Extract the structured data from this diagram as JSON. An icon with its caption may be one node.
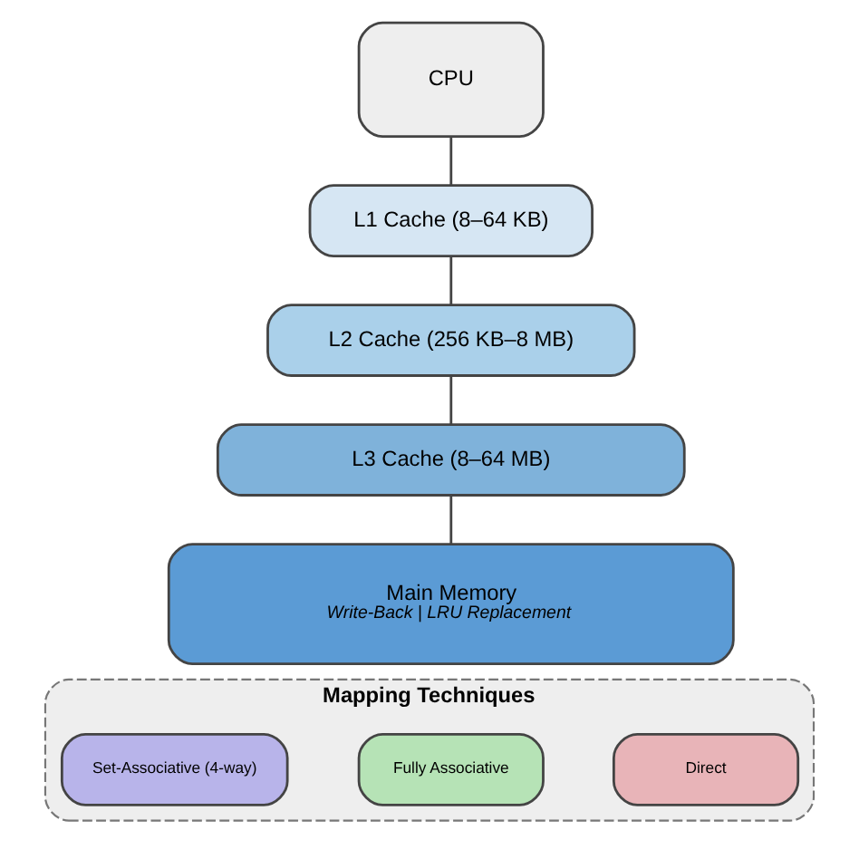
{
  "diagram": {
    "nodes": [
      {
        "text": [
          "CPU"
        ]
      },
      {
        "text": [
          "L1 Cache (8–64 KB)"
        ]
      },
      {
        "text": [
          "L2 Cache (256 KB–8 MB)"
        ]
      },
      {
        "text": [
          "L3 Cache (8–64 MB)"
        ]
      },
      {
        "text": [
          "Main Memory",
          "Write-Back | LRU Replacement"
        ]
      },
      {
        "text": [
          "Mapping Techniques"
        ]
      },
      {
        "text": [
          "Direct"
        ],
        "in": 5
      },
      {
        "text": [
          "Fully Associative"
        ],
        "in": 5
      },
      {
        "text": [
          "Set-Associative (4-way)"
        ],
        "in": 5
      }
    ],
    "edges": [
      {
        "from": 0,
        "to": 1,
        "arrow": "none"
      },
      {
        "from": 1,
        "to": 2,
        "arrow": "none"
      },
      {
        "from": 2,
        "to": 3,
        "arrow": "none"
      },
      {
        "from": 3,
        "to": 4,
        "arrow": "none"
      }
    ]
  }
}
